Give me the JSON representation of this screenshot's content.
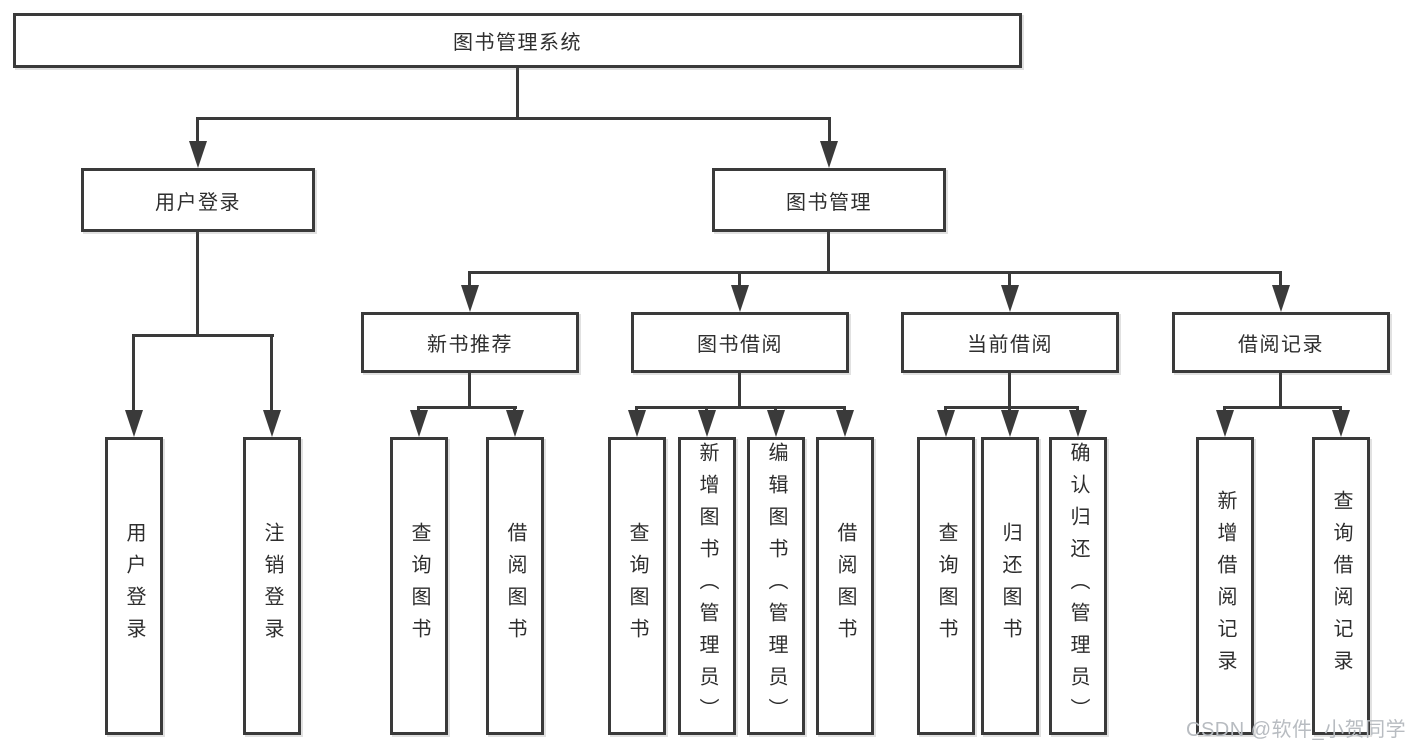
{
  "tree": {
    "root": {
      "label": "图书管理系统",
      "children": [
        {
          "label": "用户登录",
          "children": [
            {
              "label": "用户登录"
            },
            {
              "label": "注销登录"
            }
          ]
        },
        {
          "label": "图书管理",
          "children": [
            {
              "label": "新书推荐",
              "children": [
                {
                  "label": "查询图书"
                },
                {
                  "label": "借阅图书"
                }
              ]
            },
            {
              "label": "图书借阅",
              "children": [
                {
                  "label": "查询图书"
                },
                {
                  "label": "新增图书（管理员）"
                },
                {
                  "label": "编辑图书（管理员）"
                },
                {
                  "label": "借阅图书"
                }
              ]
            },
            {
              "label": "当前借阅",
              "children": [
                {
                  "label": "查询图书"
                },
                {
                  "label": "归还图书"
                },
                {
                  "label": "确认归还（管理员）"
                }
              ]
            },
            {
              "label": "借阅记录",
              "children": [
                {
                  "label": "新增借阅记录"
                },
                {
                  "label": "查询借阅记录"
                }
              ]
            }
          ]
        }
      ]
    }
  },
  "watermark": {
    "text": "CSDN @软件_小贺同学"
  },
  "colors": {
    "line": "#3a3a3a",
    "text": "#2e2e2e",
    "watermark": "#b8bcc1",
    "background": "#ffffff"
  }
}
